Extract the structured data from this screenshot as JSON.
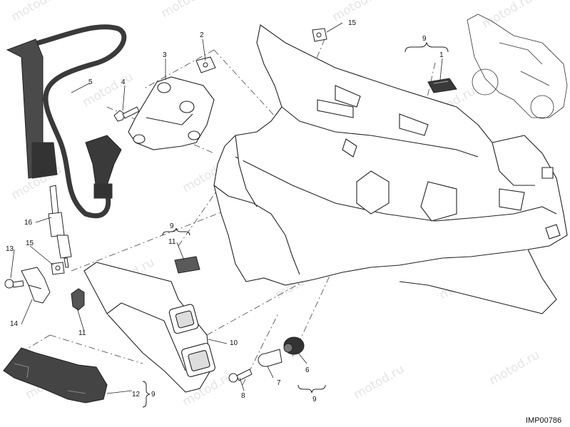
{
  "diagram": {
    "callouts": [
      "1",
      "2",
      "3",
      "4",
      "5",
      "6",
      "7",
      "8",
      "9",
      "10",
      "11",
      "12",
      "13",
      "14",
      "15",
      "16"
    ],
    "group_label": "9",
    "image_code": "IMP00786",
    "watermark": "motod.ru",
    "colors": {
      "line": "#222222",
      "dash": "#444444",
      "fill": "#ffffff",
      "dark": "#3a3a3a",
      "watermark": "#c8c8c8"
    }
  }
}
